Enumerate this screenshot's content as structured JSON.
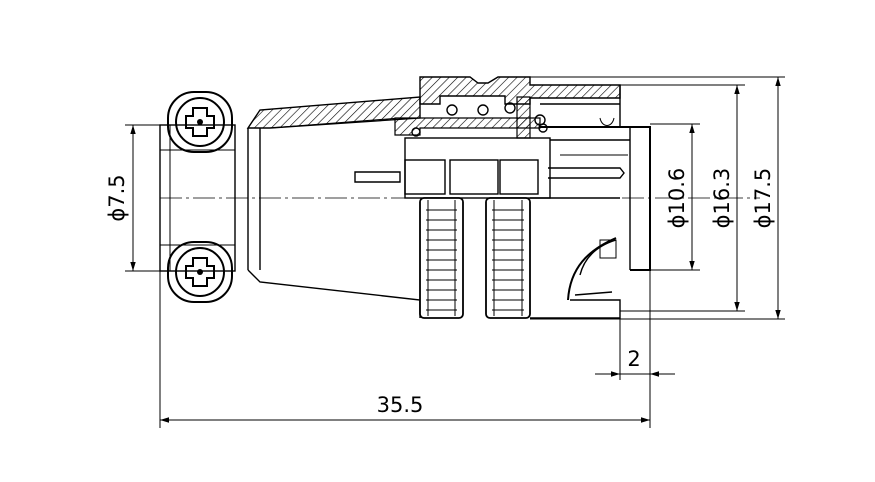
{
  "dimensions": {
    "overall_length": "35.5",
    "small_offset": "2",
    "cable_dia": "ϕ7.5",
    "inner_dia": "ϕ10.6",
    "mid_dia": "ϕ16.3",
    "outer_dia": "ϕ17.5"
  },
  "colors": {
    "line": "#000000",
    "background": "#ffffff"
  }
}
